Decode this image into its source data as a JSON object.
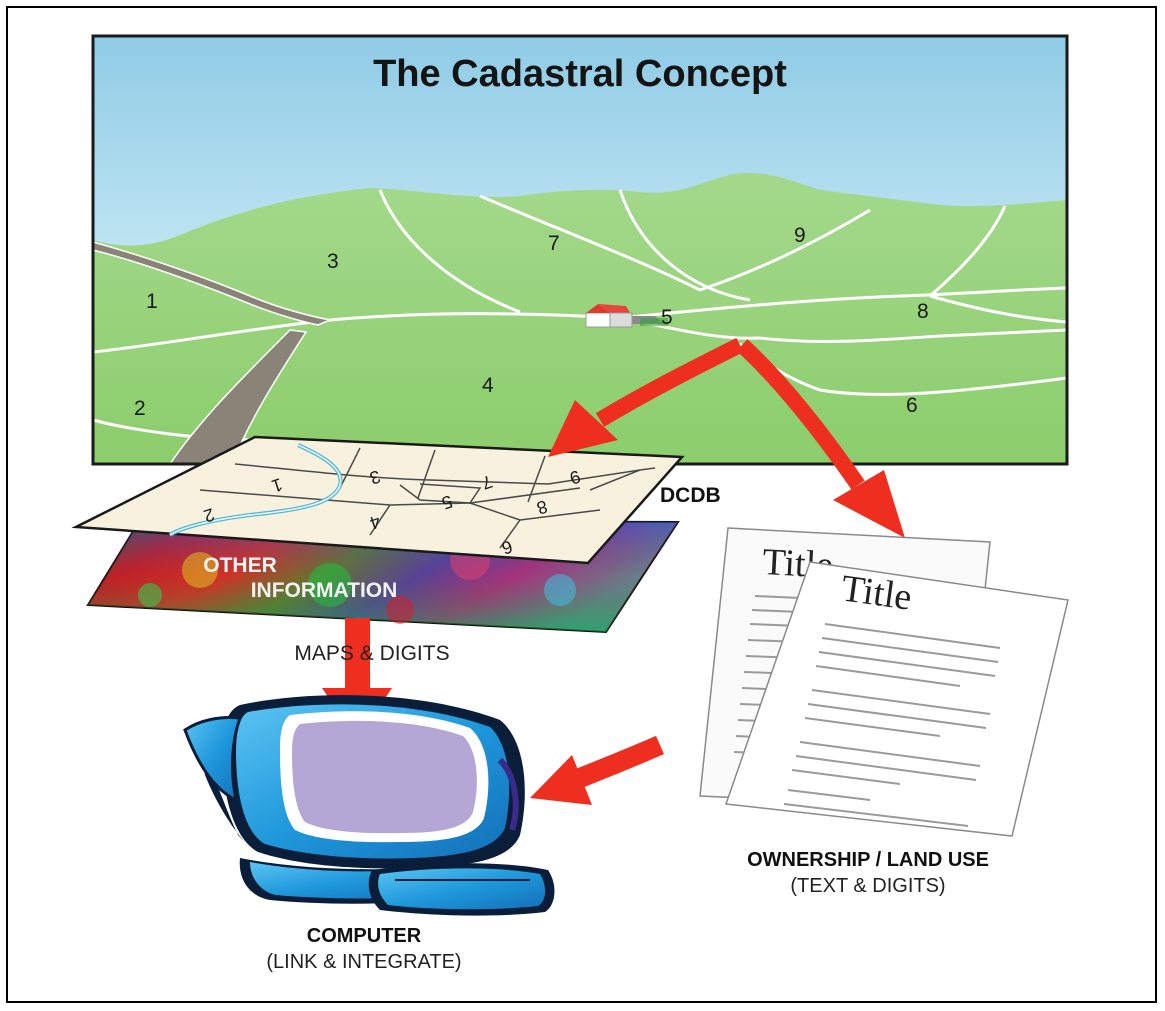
{
  "title": "The Cadastral Concept",
  "parcels": [
    "1",
    "2",
    "3",
    "4",
    "5",
    "6",
    "7",
    "8",
    "9"
  ],
  "labels": {
    "dcdb": "DCDB",
    "other_info_line1": "OTHER",
    "other_info_line2": "INFORMATION",
    "maps_digits": "MAPS & DIGITS",
    "computer": "COMPUTER",
    "computer_sub": "(LINK & INTEGRATE)",
    "ownership": "OWNERSHIP / LAND USE",
    "ownership_sub": "(TEXT & DIGITS)",
    "doc_title_back": "Title",
    "doc_title_front": "Title"
  },
  "colors": {
    "sky_top": "#a8d8ee",
    "land": "#97cf7a",
    "arrow": "#ee2f1f",
    "monitor_blue": "#2a9fe0",
    "monitor_dark": "#0a1e3a",
    "screen": "#b4a7d6",
    "parcel_sheet": "#f8f1de"
  }
}
